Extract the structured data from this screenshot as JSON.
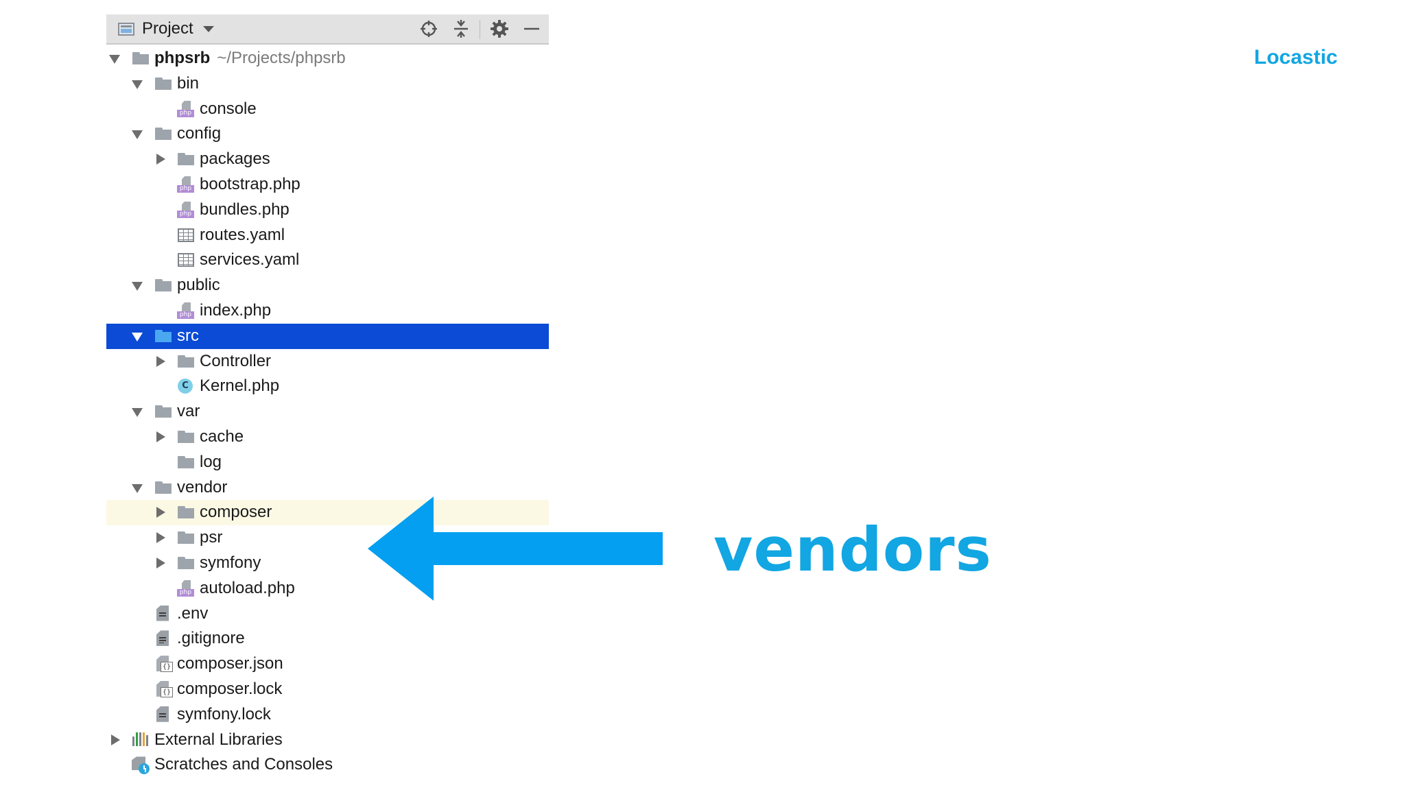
{
  "panel": {
    "title": "Project",
    "header_icons": [
      "locate-crosshair-icon",
      "collapse-all-icon",
      "gear-icon",
      "minimize-icon"
    ]
  },
  "tree": {
    "root_name": "phpsrb",
    "root_path": "~/Projects/phpsrb",
    "items": [
      {
        "label": "bin",
        "icon": "folder",
        "expanded": true
      },
      {
        "label": "console",
        "icon": "php-file"
      },
      {
        "label": "config",
        "icon": "folder",
        "expanded": true
      },
      {
        "label": "packages",
        "icon": "folder",
        "expanded": false
      },
      {
        "label": "bootstrap.php",
        "icon": "php-file"
      },
      {
        "label": "bundles.php",
        "icon": "php-file"
      },
      {
        "label": "routes.yaml",
        "icon": "yaml-file"
      },
      {
        "label": "services.yaml",
        "icon": "yaml-file"
      },
      {
        "label": "public",
        "icon": "folder",
        "expanded": true
      },
      {
        "label": "index.php",
        "icon": "php-file"
      },
      {
        "label": "src",
        "icon": "folder",
        "expanded": true,
        "selected": true
      },
      {
        "label": "Controller",
        "icon": "folder",
        "expanded": false
      },
      {
        "label": "Kernel.php",
        "icon": "class-file",
        "icon_letter": "C"
      },
      {
        "label": "var",
        "icon": "folder",
        "expanded": true
      },
      {
        "label": "cache",
        "icon": "folder",
        "expanded": false
      },
      {
        "label": "log",
        "icon": "folder"
      },
      {
        "label": "vendor",
        "icon": "folder",
        "expanded": true
      },
      {
        "label": "composer",
        "icon": "folder",
        "expanded": false,
        "highlighted": true
      },
      {
        "label": "psr",
        "icon": "folder",
        "expanded": false
      },
      {
        "label": "symfony",
        "icon": "folder",
        "expanded": false
      },
      {
        "label": "autoload.php",
        "icon": "php-file"
      },
      {
        "label": ".env",
        "icon": "text-file"
      },
      {
        "label": ".gitignore",
        "icon": "text-file"
      },
      {
        "label": "composer.json",
        "icon": "json-file"
      },
      {
        "label": "composer.lock",
        "icon": "json-file"
      },
      {
        "label": "symfony.lock",
        "icon": "text-file"
      },
      {
        "label": "External Libraries",
        "icon": "libraries",
        "expanded": false
      },
      {
        "label": "Scratches and Consoles",
        "icon": "scratches"
      }
    ],
    "php_tag": "php",
    "json_tag": "{}"
  },
  "annotation": {
    "brand": "Locastic",
    "callout": "vendors",
    "accent_color": "#12a6e2"
  },
  "colors": {
    "selection": "#0b4bd6",
    "hover": "#fbf9e4",
    "header_bg": "#e2e2e2"
  }
}
